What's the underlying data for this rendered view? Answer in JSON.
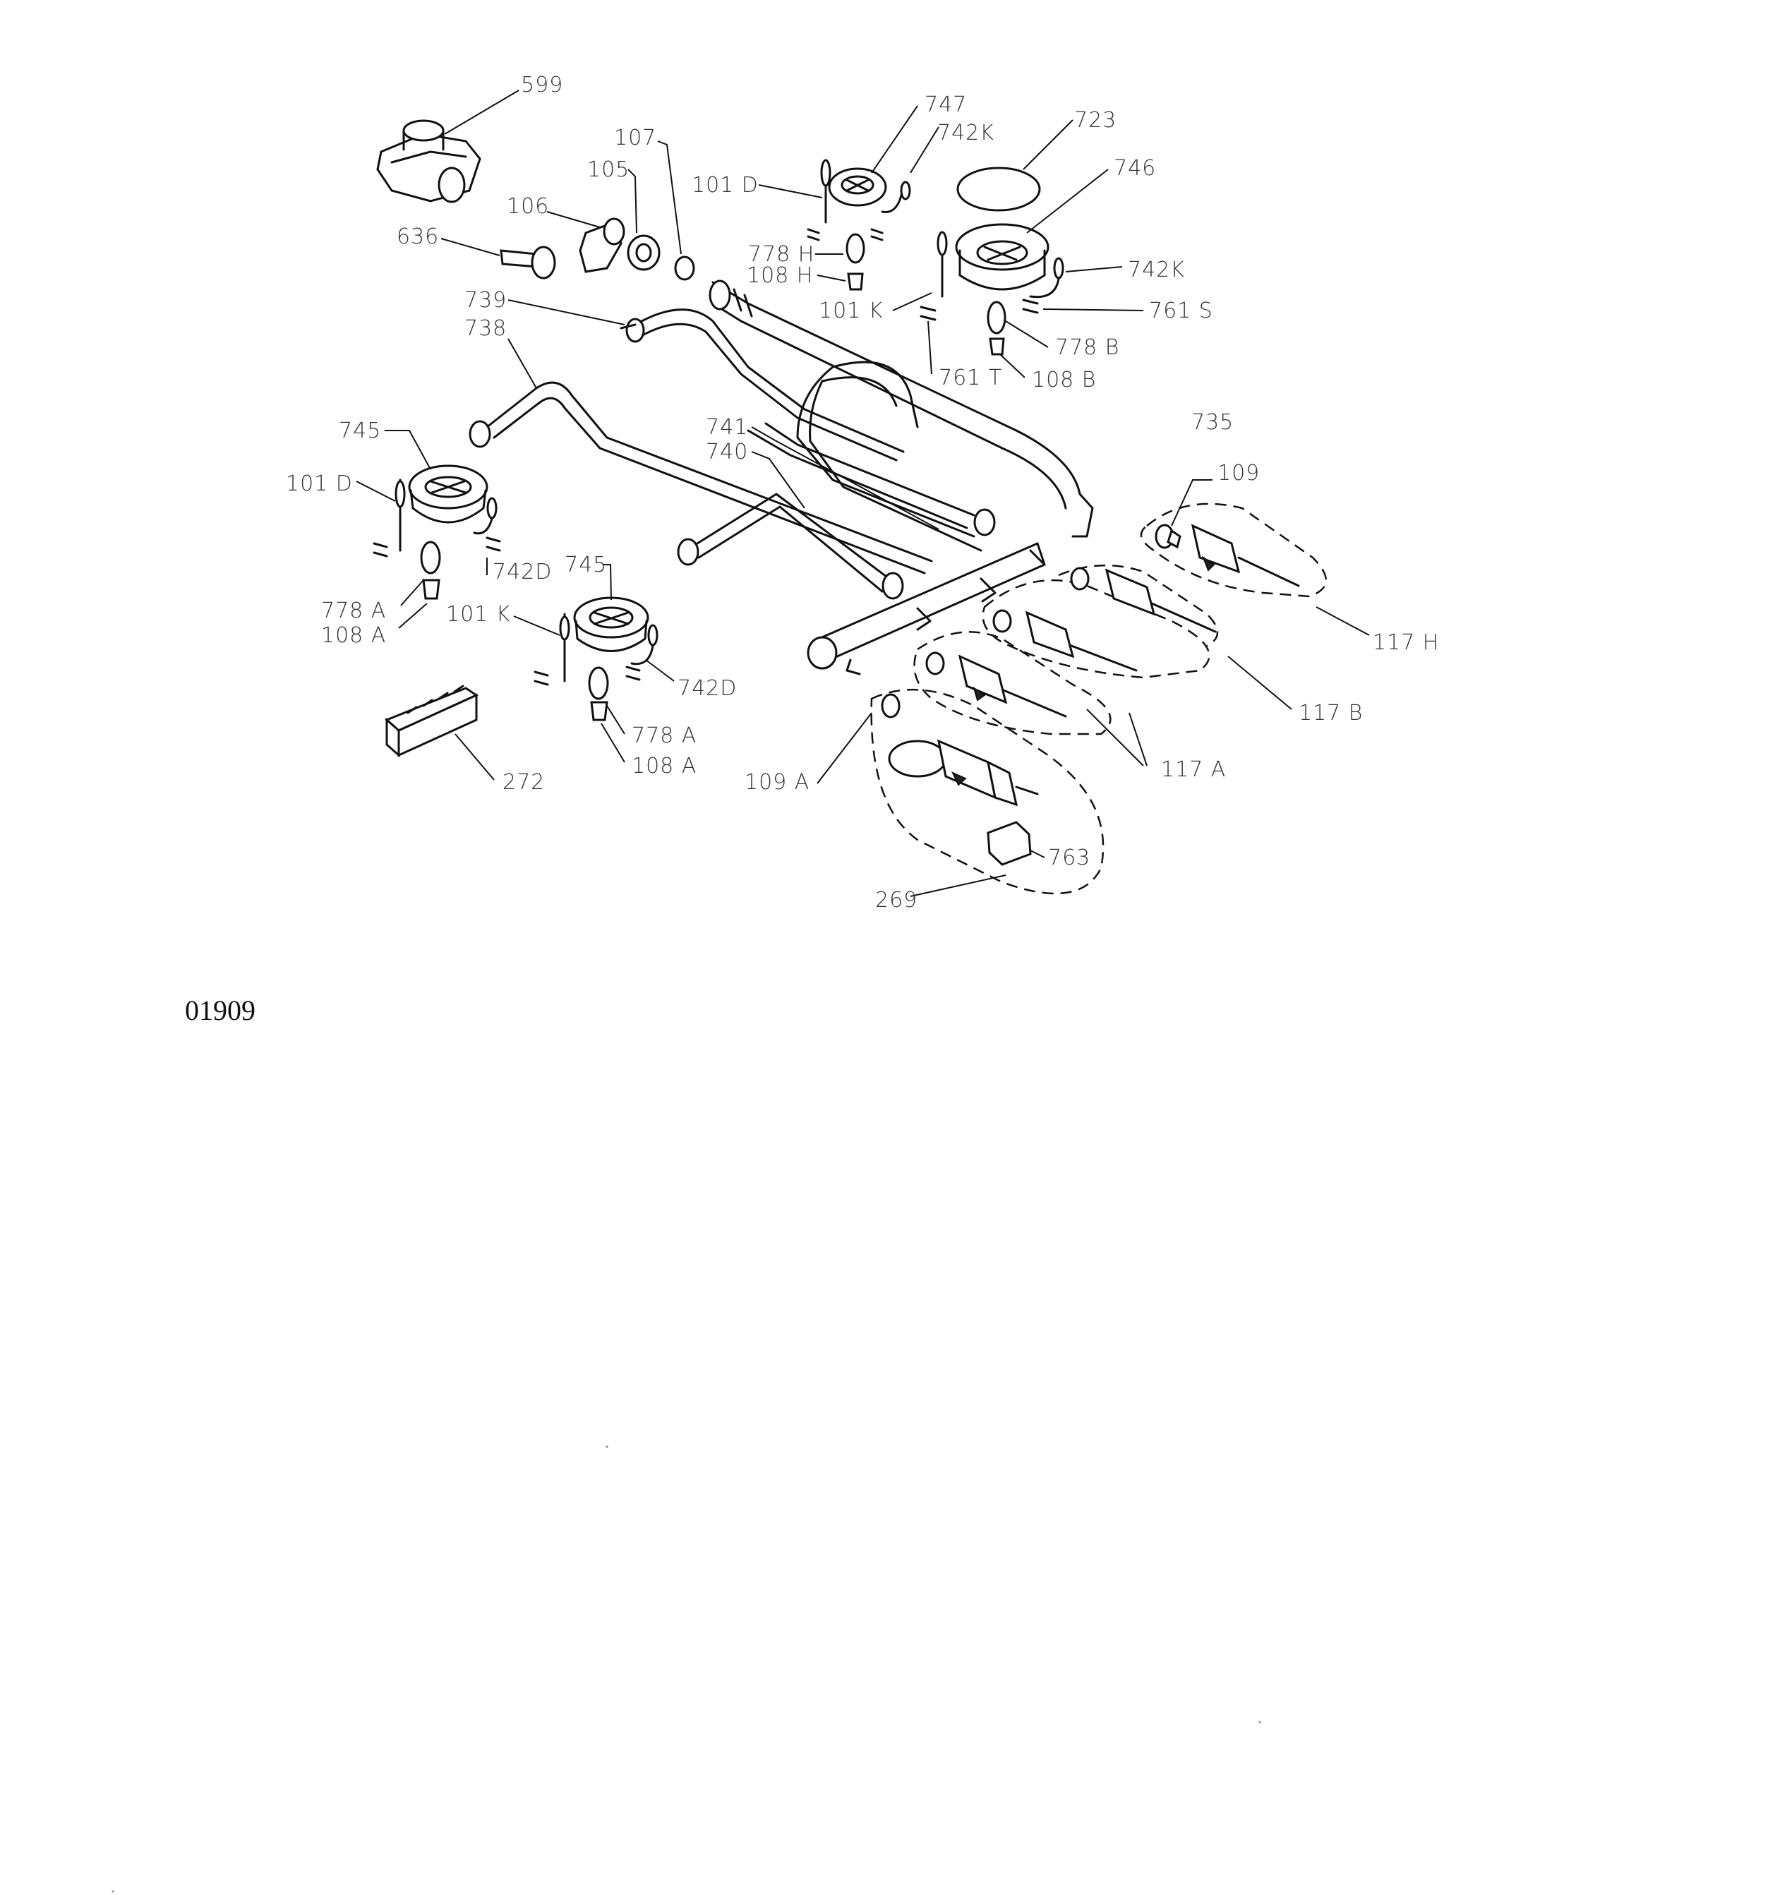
{
  "document_number": "01909",
  "labels": {
    "l599": "599",
    "l747": "747",
    "l742k_a": "742K",
    "l723": "723",
    "l107": "107",
    "l105": "105",
    "l101d_a": "101 D",
    "l746": "746",
    "l106": "106",
    "l636": "636",
    "l778h": "778 H",
    "l108h": "108 H",
    "l742k_b": "742K",
    "l739": "739",
    "l738": "738",
    "l101k_a": "101 K",
    "l761s": "761 S",
    "l778b": "778 B",
    "l761t": "761 T",
    "l108b": "108 B",
    "l735": "735",
    "l745_a": "745",
    "l741": "741",
    "l740": "740",
    "l109": "109",
    "l101d_b": "101 D",
    "l742d_a": "742D",
    "l745_b": "745",
    "l778a_a": "778 A",
    "l108a_a": "108 A",
    "l101k_b": "101 K",
    "l117h": "117 H",
    "l742d_b": "742D",
    "l117b": "117 B",
    "l778a_b": "778 A",
    "l108a_b": "108 A",
    "l109a": "109 A",
    "l117a": "117 A",
    "l272": "272",
    "l763": "763",
    "l269": "269"
  }
}
